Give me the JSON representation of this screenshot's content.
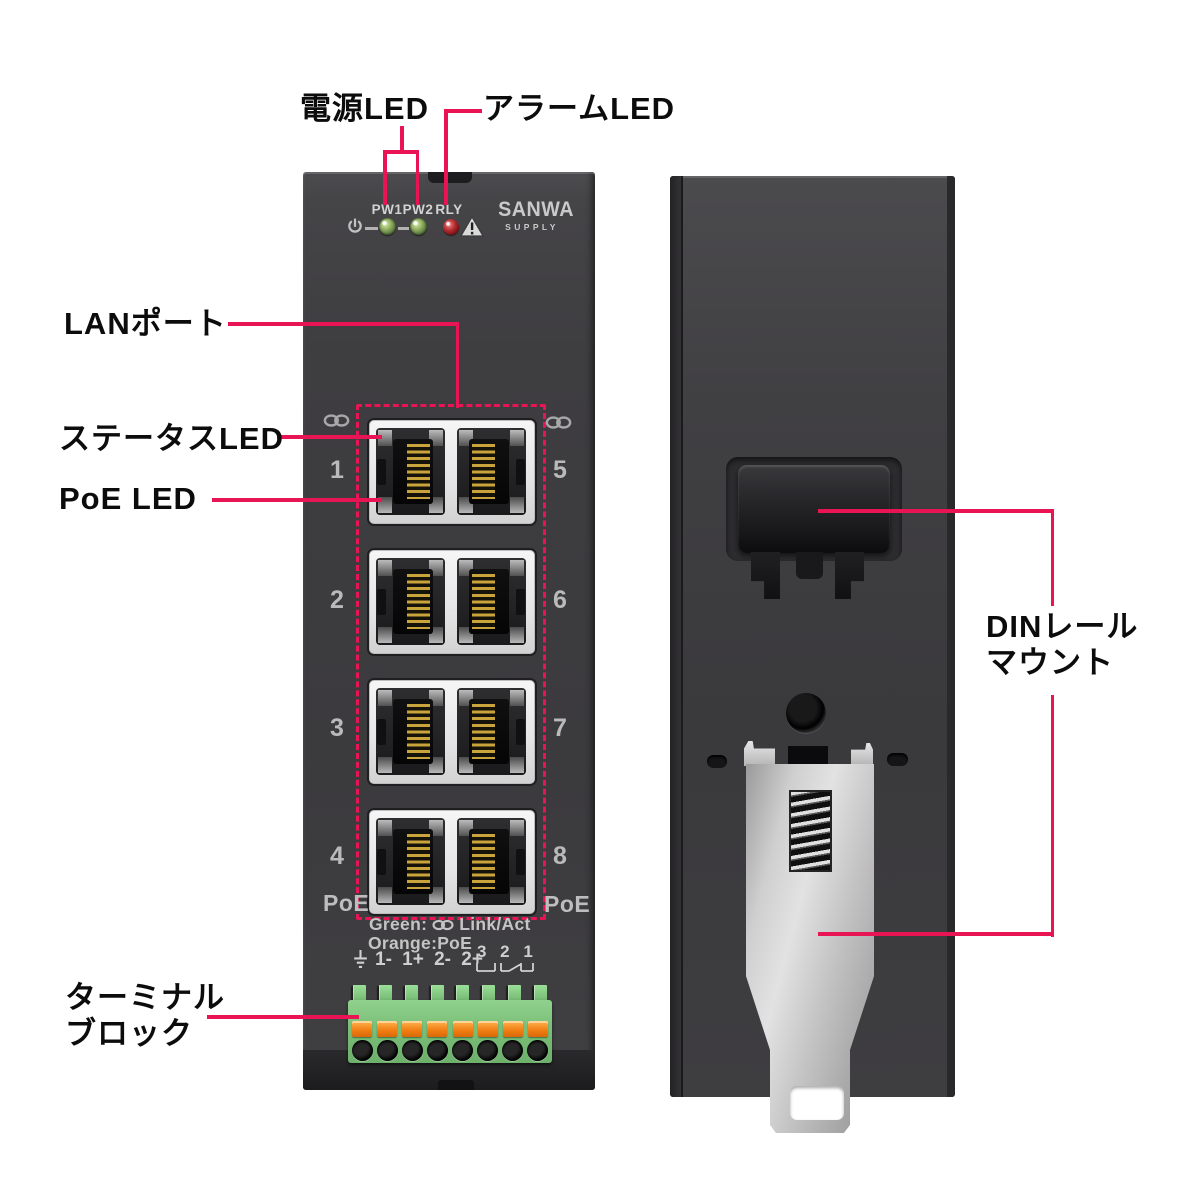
{
  "page": {
    "background": "#ffffff"
  },
  "colors": {
    "annotation_red": "#E81453",
    "device_body": "#403F42",
    "port_bezel": "#E8E8E8",
    "terminal_green": "#7FC57C",
    "lever_orange": "#F5821F",
    "metal_silver": "#C7C7C7",
    "led_green": "#6E8F4C",
    "led_red": "#9E1C20",
    "label_text": "#0C0C0C",
    "device_text": "#C6C6C6"
  },
  "annotations": {
    "power_led_label": "電源LED",
    "alarm_led_label": "アラームLED",
    "lan_port_label": "LANポート",
    "status_led_label": "ステータスLED",
    "poe_led_label": "PoE LED",
    "terminal_block_label_line1": "ターミナル",
    "terminal_block_label_line2": "ブロック",
    "din_rail_label_line1": "DINレール",
    "din_rail_label_line2": "マウント"
  },
  "front_device": {
    "led_labels": {
      "pw1": "PW1",
      "pw2": "PW2",
      "rly": "RLY"
    },
    "brand": {
      "name": "SANWA",
      "sub": "SUPPLY"
    },
    "port_numbers_left": [
      "1",
      "2",
      "3",
      "4"
    ],
    "port_numbers_right": [
      "5",
      "6",
      "7",
      "8"
    ],
    "poe_label_left": "PoE",
    "poe_label_right": "PoE",
    "legend": {
      "green_prefix": "Green:",
      "green_suffix": "Link/Act",
      "orange": "Orange:PoE"
    },
    "terminal_markings": {
      "power_pins": "1- 1+ 2- 2+",
      "relay_pins": "3 2 1"
    }
  },
  "icons": {
    "power": "power-icon",
    "warning": "warning-icon",
    "link_act": "link-icon",
    "ground": "ground-icon",
    "relay_contact": "relay-contact-icon"
  }
}
